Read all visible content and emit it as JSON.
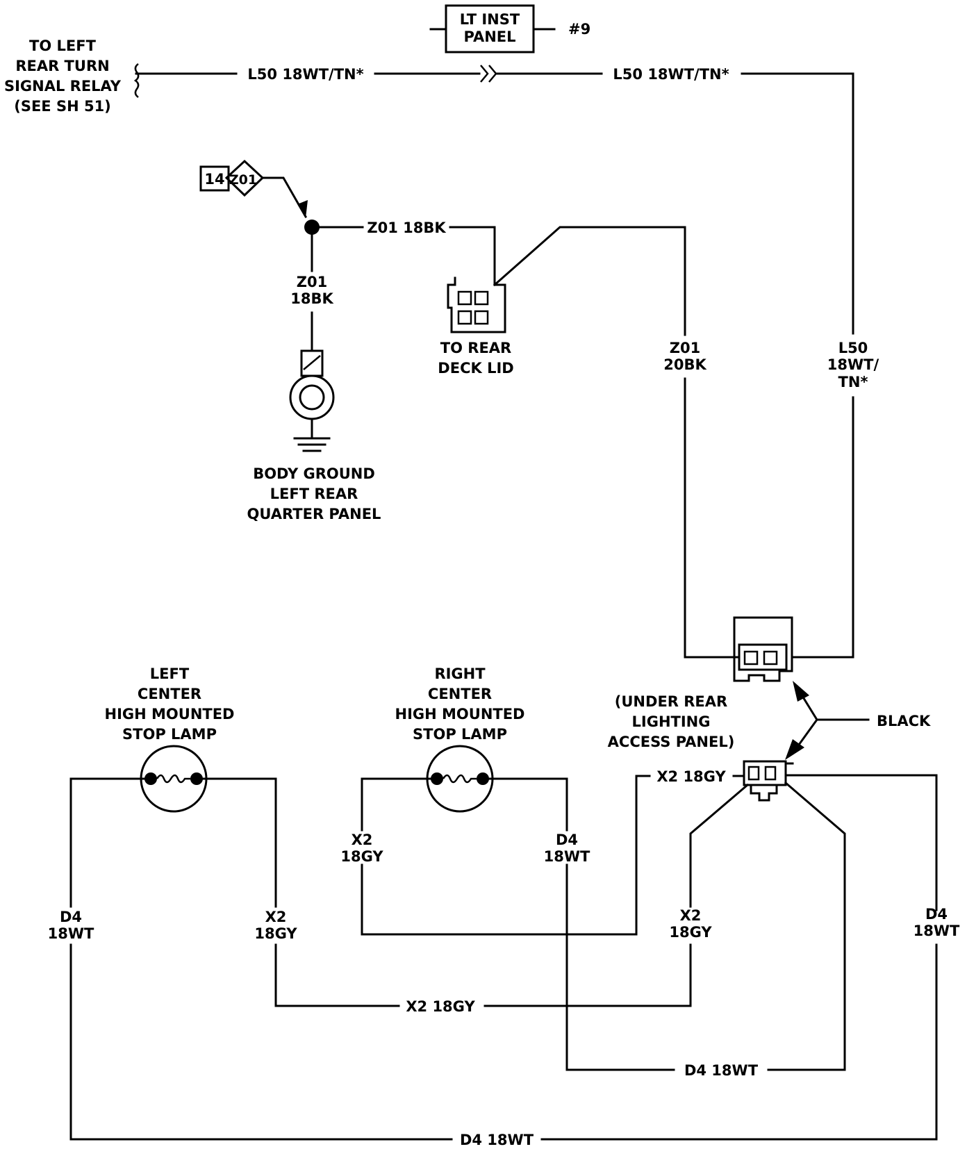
{
  "diagram": {
    "colors": {
      "ink": "#000000",
      "paper": "#ffffff"
    },
    "left_relay_label": [
      "TO LEFT",
      "REAR TURN",
      "SIGNAL RELAY",
      "(SEE SH 51)"
    ],
    "lt_inst_panel": [
      "LT INST",
      "PANEL"
    ],
    "splice_ref": "#9",
    "wire_l50_left": "L50 18WT/TN*",
    "wire_l50_right": "L50 18WT/TN*",
    "ground_ref": {
      "num": "14",
      "code": "Z01"
    },
    "wire_z01_18bk_horiz": "Z01 18BK",
    "wire_z01_18bk_vert": [
      "Z01",
      "18BK"
    ],
    "ground_label": [
      "BODY GROUND",
      "LEFT REAR",
      "QUARTER PANEL"
    ],
    "deck_lid_label": [
      "TO REAR",
      "DECK LID"
    ],
    "wire_z01_20bk": [
      "Z01",
      "20BK"
    ],
    "wire_l50_vert": [
      "L50",
      "18WT/",
      "TN*"
    ],
    "connector_note": [
      "(UNDER REAR",
      "LIGHTING",
      "ACCESS PANEL)"
    ],
    "connector_color": "BLACK",
    "left_lamp_label": [
      "LEFT",
      "CENTER",
      "HIGH MOUNTED",
      "STOP LAMP"
    ],
    "right_lamp_label": [
      "RIGHT",
      "CENTER",
      "HIGH MOUNTED",
      "STOP LAMP"
    ],
    "wire_x2_18gy_top": "X2 18GY",
    "wire_x2_rl": [
      "X2",
      "18GY"
    ],
    "wire_d4_rr": [
      "D4",
      "18WT"
    ],
    "wire_d4_left": [
      "D4",
      "18WT"
    ],
    "wire_x2_left": [
      "X2",
      "18GY"
    ],
    "wire_x2_right": [
      "X2",
      "18GY"
    ],
    "wire_d4_right": [
      "D4",
      "18WT"
    ],
    "wire_x2_18gy_bottom": "X2 18GY",
    "wire_d4_18wt_mid": "D4 18WT",
    "wire_d4_18wt_bottom": "D4 18WT"
  }
}
